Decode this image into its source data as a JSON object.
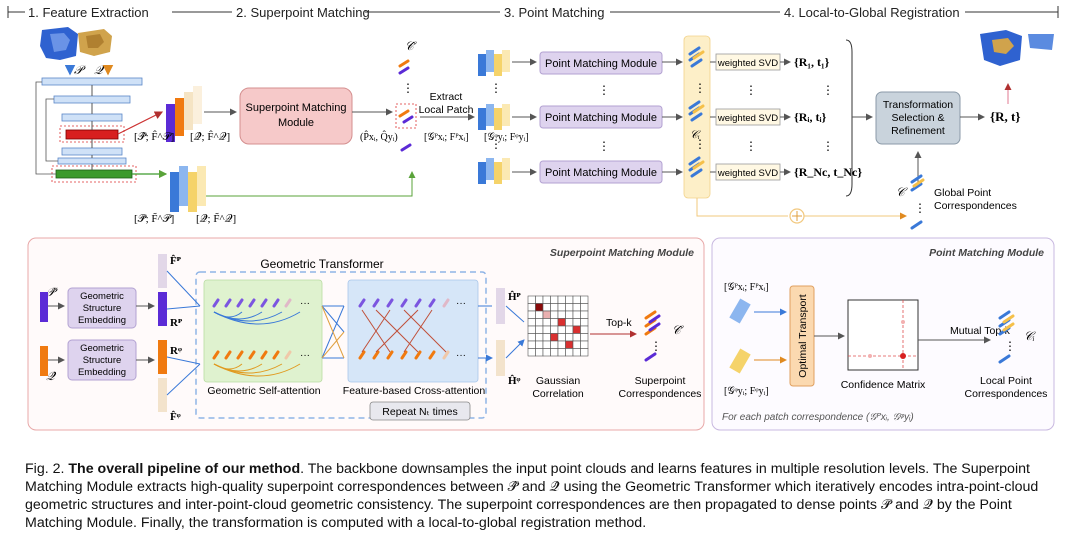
{
  "stages": {
    "s1": "1. Feature Extraction",
    "s2": "2. Superpoint Matching",
    "s3": "3. Point Matching",
    "s4": "4. Local-to-Global Registration"
  },
  "top": {
    "p_label": "𝒫",
    "q_label": "𝒬",
    "p_feat": "[𝒫̂; F̂^𝒫]",
    "q_feat": "[𝒬̂; F̂^𝒬]",
    "p_dense": "[𝒫̃; F̃^𝒫]",
    "q_dense": "[𝒬̃; F̃^𝒬]",
    "superpoint_module": [
      "Superpoint Matching",
      "Module"
    ],
    "corr_c": "𝒞̂",
    "pq_pair": "(P̂xᵢ, Q̂yᵢ)",
    "extract": [
      "Extract",
      "Local Patch"
    ],
    "gx": "[𝒢ᴾxᵢ; Fᴾxᵢ]",
    "gy": "[𝒢ᵠyᵢ; Fᵠyᵢ]",
    "pmm": "Point Matching Module",
    "ci": "𝒞ᵢ",
    "wsvd": "weighted SVD",
    "rt1": "{R₁, t₁}",
    "rti": "{Rᵢ, tᵢ}",
    "rtn": "{R_Nc, t_Nc}",
    "ts": [
      "Transformation",
      "Selection &",
      "Refinement"
    ],
    "rt": "{R, t}",
    "c_global": "𝒞",
    "gpc": [
      "Global Point",
      "Correspondences"
    ],
    "dots": "⋮"
  },
  "smm": {
    "title": "Superpoint Matching Module",
    "gt": "Geometric Transformer",
    "p_hat": "𝒫̂",
    "q_hat": "𝒬̂",
    "gse": [
      "Geometric",
      "Structure",
      "Embedding"
    ],
    "fp": "F̂ᴾ",
    "fq": "F̂ᵠ",
    "rp": "Rᴾ",
    "rq": "Rᵠ",
    "hp": "Ĥᴾ",
    "hq": "Ĥᵠ",
    "self_attn": "Geometric Self-attention",
    "cross_attn": "Feature-based Cross-attention",
    "repeat": "Repeat Nₜ times",
    "gauss": [
      "Gaussian",
      "Correlation"
    ],
    "topk": "Top-k",
    "c_hat": "𝒞̂",
    "sc": [
      "Superpoint",
      "Correspondences"
    ],
    "ellipsis": "···"
  },
  "pmm_panel": {
    "title": "Point Matching Module",
    "gx": "[𝒢ᴾxᵢ; Fᴾxᵢ]",
    "gy": "[𝒢ᵠyᵢ; Fᵠyᵢ]",
    "ot": "Optimal Transport",
    "cm": "Confidence Matrix",
    "mtk": "Mutual Top-k",
    "ci": "𝒞ᵢ",
    "lpc": [
      "Local Point",
      "Correspondences"
    ],
    "foreach": "For each patch correspondence (𝒢ᴾxᵢ, 𝒢ᵠyᵢ)"
  },
  "caption": {
    "prefix": "Fig. 2. ",
    "bold": "The overall pipeline of our method",
    "rest": ". The backbone downsamples the input point clouds and learns features in multiple resolution levels. The Superpoint Matching Module extracts high-quality superpoint correspondences between 𝒫̂ and 𝒬̂ using the Geometric Transformer which iteratively encodes intra-point-cloud geometric structures and inter-point-cloud geometric consistency. The superpoint correspondences are then propagated to dense points 𝒫̃ and 𝒬̃ by the Point Matching Module. Finally, the transformation is computed with a local-to-global registration method."
  },
  "colors": {
    "purple": "#5b2bd6",
    "orange": "#f07a10",
    "blue": "#3a79d8",
    "yellow": "#f5d36a",
    "pink_box": "#f6c9c9",
    "lavender_box": "#ded3ee",
    "gray_box": "#c9d3dc",
    "green_bar": "#3c9a2c",
    "red_bar": "#d81f1f"
  }
}
